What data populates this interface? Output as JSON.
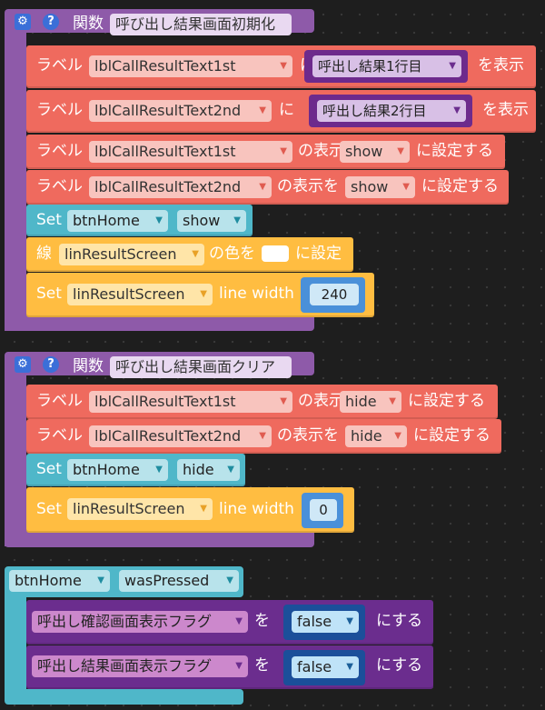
{
  "func1": {
    "kw": "関数",
    "name": "呼び出し結果画面初期化",
    "rows": {
      "r1": {
        "label": "ラベル",
        "target": "lblCallResultText1st",
        "ni": "に",
        "value": "呼出し結果1行目",
        "tail": "を表示"
      },
      "r2": {
        "label": "ラベル",
        "target": "lblCallResultText2nd",
        "ni": "に",
        "value": "呼出し結果2行目",
        "tail": "を表示"
      },
      "r3": {
        "label": "ラベル",
        "target": "lblCallResultText1st",
        "mid": "の表示を",
        "value": "show",
        "tail": "に設定する"
      },
      "r4": {
        "label": "ラベル",
        "target": "lblCallResultText2nd",
        "mid": "の表示を",
        "value": "show",
        "tail": "に設定する"
      },
      "r5": {
        "set": "Set",
        "target": "btnHome",
        "value": "show"
      },
      "r6": {
        "kw": "線",
        "target": "linResultScreen",
        "mid": "の色を",
        "tail": "に設定"
      },
      "r7": {
        "set": "Set",
        "target": "linResultScreen",
        "prop": "line width",
        "value": "240"
      }
    }
  },
  "func2": {
    "kw": "関数",
    "name": "呼び出し結果画面クリア",
    "rows": {
      "r1": {
        "label": "ラベル",
        "target": "lblCallResultText1st",
        "mid": "の表示を",
        "value": "hide",
        "tail": "に設定する"
      },
      "r2": {
        "label": "ラベル",
        "target": "lblCallResultText2nd",
        "mid": "の表示を",
        "value": "hide",
        "tail": "に設定する"
      },
      "r3": {
        "set": "Set",
        "target": "btnHome",
        "value": "hide"
      },
      "r4": {
        "set": "Set",
        "target": "linResultScreen",
        "prop": "line width",
        "value": "0"
      }
    }
  },
  "event": {
    "target": "btnHome",
    "event": "wasPressed",
    "rows": {
      "r1": {
        "var": "呼出し確認画面表示フラグ",
        "wo": "を",
        "value": "false",
        "tail": "にする"
      },
      "r2": {
        "var": "呼出し結果画面表示フラグ",
        "wo": "を",
        "value": "false",
        "tail": "にする"
      }
    }
  },
  "colors": {
    "procedure": "#8e5aa9",
    "label_block": "#ef6a5e",
    "button_block": "#4fb7c9",
    "line_block": "#ffbd41",
    "variable_block": "#6b2d8e",
    "background": "#1e1e1e"
  }
}
